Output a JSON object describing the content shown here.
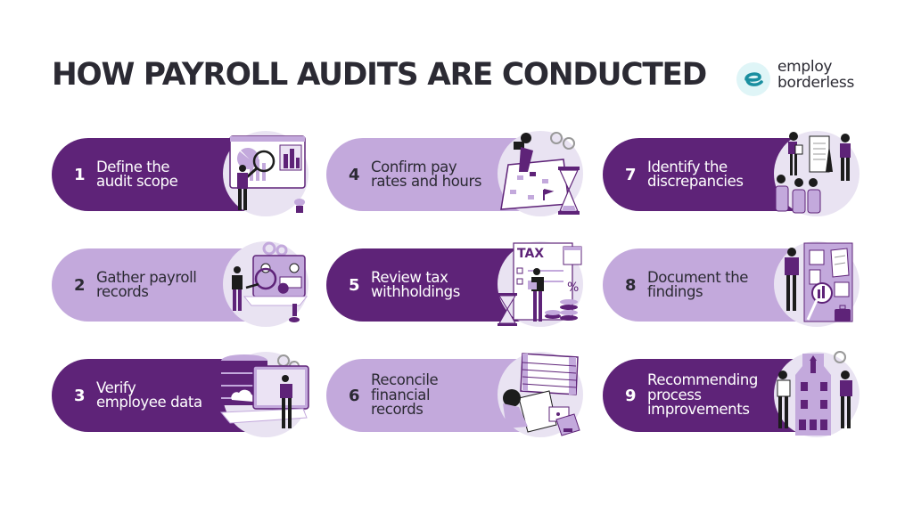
{
  "title": "HOW PAYROLL AUDITS ARE CONDUCTED",
  "logo": {
    "icon": "e-logo-icon",
    "line1": "employ",
    "line2": "borderless",
    "color": "#1a8fa0"
  },
  "colors": {
    "dark_pill": "#5e2378",
    "light_pill": "#c3a9dc",
    "title_text": "#2b2a33"
  },
  "steps": [
    {
      "number": "1",
      "label": "Define the\naudit scope",
      "style": "dark",
      "illustration": "magnifier-chart-icon"
    },
    {
      "number": "2",
      "label": "Gather payroll\nrecords",
      "style": "light",
      "illustration": "laptop-magnifier-icon"
    },
    {
      "number": "3",
      "label": "Verify\nemployee data",
      "style": "dark",
      "illustration": "database-laptop-icon"
    },
    {
      "number": "4",
      "label": "Confirm pay\nrates and hours",
      "style": "light",
      "illustration": "calendar-hourglass-icon"
    },
    {
      "number": "5",
      "label": "Review tax\nwithholdings",
      "style": "dark",
      "illustration": "tax-form-coins-icon"
    },
    {
      "number": "6",
      "label": "Reconcile\nfinancial\nrecords",
      "style": "light",
      "illustration": "spreadsheet-calculator-icon"
    },
    {
      "number": "7",
      "label": "Identify the\ndiscrepancies",
      "style": "dark",
      "illustration": "presentation-board-icon"
    },
    {
      "number": "8",
      "label": "Document the\nfindings",
      "style": "light",
      "illustration": "document-board-icon"
    },
    {
      "number": "9",
      "label": "Recommending\nprocess\nimprovements",
      "style": "dark",
      "illustration": "flowchart-icon"
    }
  ],
  "illustration_text": {
    "tax": "TAX",
    "percent": "%"
  }
}
